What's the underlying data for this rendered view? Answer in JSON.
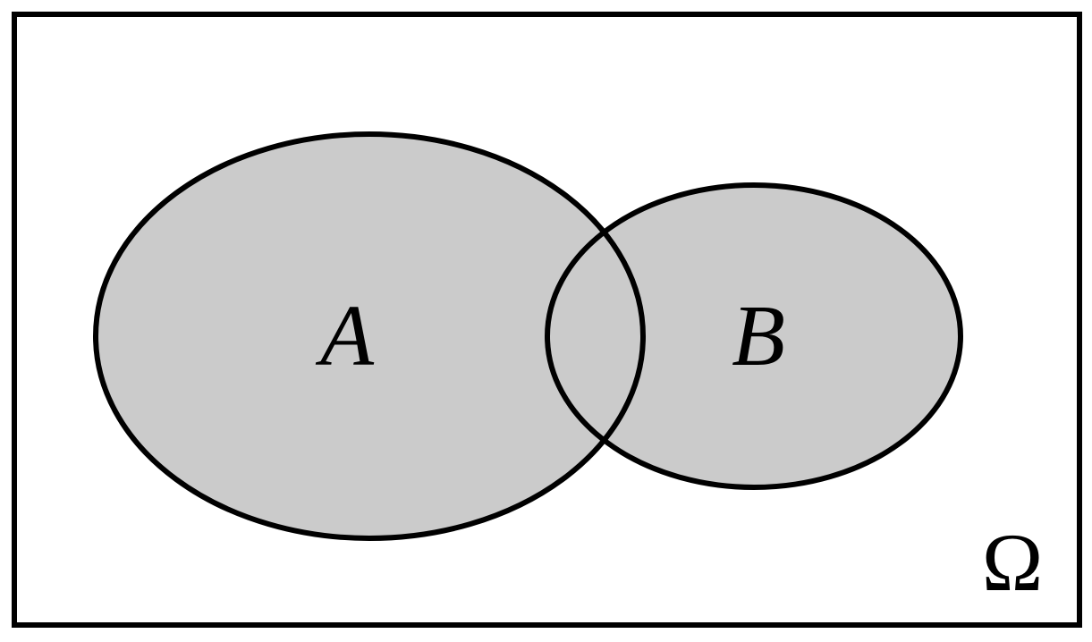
{
  "diagram": {
    "type": "venn",
    "universe": {
      "label": "Ω"
    },
    "sets": [
      {
        "id": "A",
        "label": "A"
      },
      {
        "id": "B",
        "label": "B"
      }
    ],
    "colors": {
      "fill": "#cbcbcb",
      "stroke": "#000000",
      "background": "#ffffff"
    }
  }
}
